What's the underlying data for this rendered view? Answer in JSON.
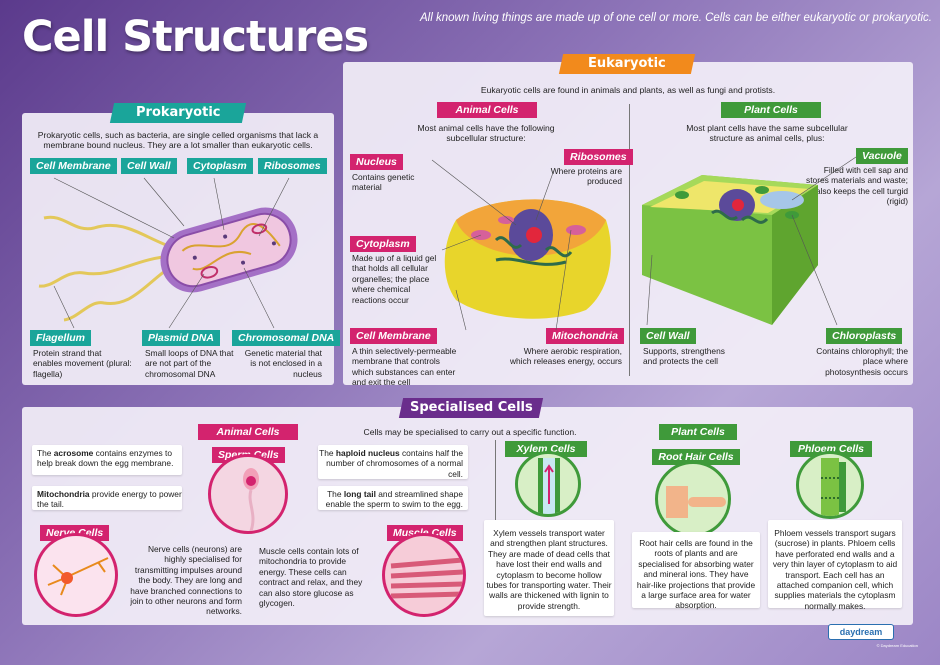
{
  "page": {
    "title": "Cell Structures",
    "intro": "All known living things are made up of one cell or more. Cells can be either eukaryotic or prokaryotic."
  },
  "prokaryotic": {
    "heading": "Prokaryotic",
    "intro": "Prokaryotic cells, such as bacteria, are single celled organisms that lack a membrane bound nucleus. They are a lot smaller than eukaryotic cells.",
    "labels": [
      "Cell Membrane",
      "Cell Wall",
      "Cytoplasm",
      "Ribosomes"
    ],
    "flagellum": {
      "label": "Flagellum",
      "text": "Protein strand that enables movement (plural: flagella)"
    },
    "plasmid": {
      "label": "Plasmid DNA",
      "text": "Small loops of DNA that are not part of the chromosomal DNA"
    },
    "chromosomal": {
      "label": "Chromosomal DNA",
      "text": "Genetic material that is not enclosed in a nucleus"
    }
  },
  "eukaryotic": {
    "heading": "Eukaryotic",
    "intro": "Eukaryotic cells are found in animals and plants, as well as fungi and protists.",
    "animal": {
      "heading": "Animal Cells",
      "intro": "Most animal cells have the following subcellular structure:",
      "nucleus": {
        "label": "Nucleus",
        "text": "Contains genetic material"
      },
      "ribosomes": {
        "label": "Ribosomes",
        "text": "Where proteins are produced"
      },
      "cytoplasm": {
        "label": "Cytoplasm",
        "text": "Made up of a liquid gel that holds all cellular organelles; the place where chemical reactions occur"
      },
      "membrane": {
        "label": "Cell Membrane",
        "text": "A thin selectively-permeable membrane that controls which substances can enter and exit the cell"
      },
      "mitochondria": {
        "label": "Mitochondria",
        "text": "Where aerobic respiration, which releases energy, occurs"
      }
    },
    "plant": {
      "heading": "Plant Cells",
      "intro": "Most plant cells have the same subcellular structure as animal cells, plus:",
      "vacuole": {
        "label": "Vacuole",
        "text": "Filled with cell sap and stores materials and waste; also keeps the cell turgid (rigid)"
      },
      "wall": {
        "label": "Cell Wall",
        "text": "Supports, strengthens and protects the cell"
      },
      "chloroplasts": {
        "label": "Chloroplasts",
        "text": "Contains chlorophyll; the place where photosynthesis occurs"
      }
    }
  },
  "specialised": {
    "heading": "Specialised Cells",
    "intro": "Cells may be specialised to carry out a specific function.",
    "animal_heading": "Animal Cells",
    "sperm": {
      "label": "Sperm Cells",
      "acrosome": {
        "pre": "The ",
        "bold": "acrosome",
        "post": " contains enzymes to help break down the egg membrane."
      },
      "mito": {
        "bold": "Mitochondria",
        "post": " provide energy to power the tail."
      },
      "nucleus": {
        "pre": "The ",
        "bold": "haploid nucleus",
        "post": " contains half the number of chromosomes of a normal cell."
      },
      "tail": {
        "pre": "The ",
        "bold": "long tail",
        "post": " and streamlined shape enable the sperm to swim to the egg."
      }
    },
    "nerve": {
      "label": "Nerve Cells",
      "text": "Nerve cells (neurons) are highly specialised for transmitting impulses around the body. They are long and have branched connections to join to other neurons and form networks."
    },
    "muscle": {
      "label": "Muscle Cells",
      "text": "Muscle cells contain lots of mitochondria to provide energy. These cells can contract and relax, and they can also store glucose as glycogen."
    },
    "plant_heading": "Plant Cells",
    "xylem": {
      "label": "Xylem Cells",
      "text": "Xylem vessels transport water and strengthen plant structures. They are made of dead cells that have lost their end walls and cytoplasm to become hollow tubes for transporting water. Their walls are thickened with lignin to provide strength."
    },
    "roothair": {
      "label": "Root Hair Cells",
      "text": "Root hair cells are found in the roots of plants and are specialised for absorbing water and mineral ions. They have hair-like projections that provide a large surface area for water absorption."
    },
    "phloem": {
      "label": "Phloem Cells",
      "text": "Phloem vessels transport sugars (sucrose) in plants. Phloem cells have perforated end walls and a very thin layer of cytoplasm to aid transport. Each cell has an attached companion cell, which supplies materials the cytoplasm normally makes."
    }
  },
  "footer": {
    "brand": "daydream",
    "fine": "© Daydream Education"
  },
  "colors": {
    "teal": "#1aa59a",
    "orange": "#f28a1c",
    "purple": "#6a2d8c",
    "pink": "#d3236e",
    "green": "#3f9a3a"
  }
}
